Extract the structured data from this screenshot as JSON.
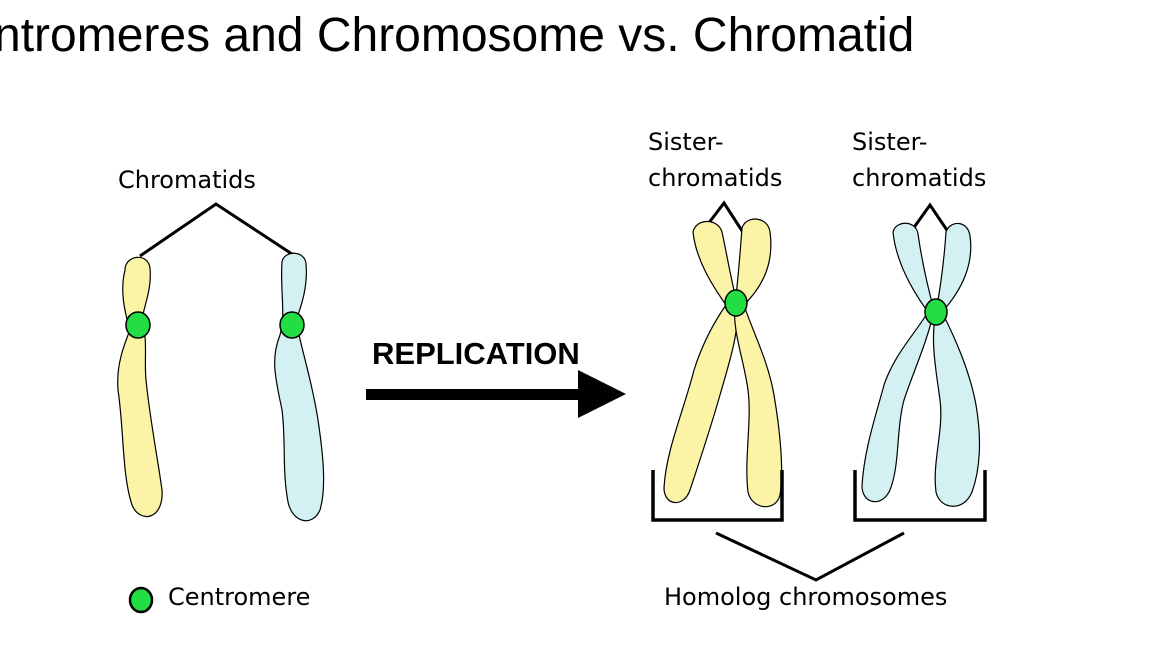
{
  "title": "ntromeres and Chromosome vs. Chromatid",
  "labels": {
    "chromatids": "Chromatids",
    "replication": "REPLICATION",
    "sister_left_line1": "Sister-",
    "sister_left_line2": "chromatids",
    "sister_right_line1": "Sister-",
    "sister_right_line2": "chromatids",
    "centromere_legend": "Centromere",
    "homolog_chromosomes": "Homolog chromosomes"
  },
  "colors": {
    "yellow_chromosome": "#fbf3a6",
    "blue_chromosome": "#d3f1f3",
    "centromere": "#22dd44",
    "outline": "#000000",
    "background": "#ffffff"
  }
}
